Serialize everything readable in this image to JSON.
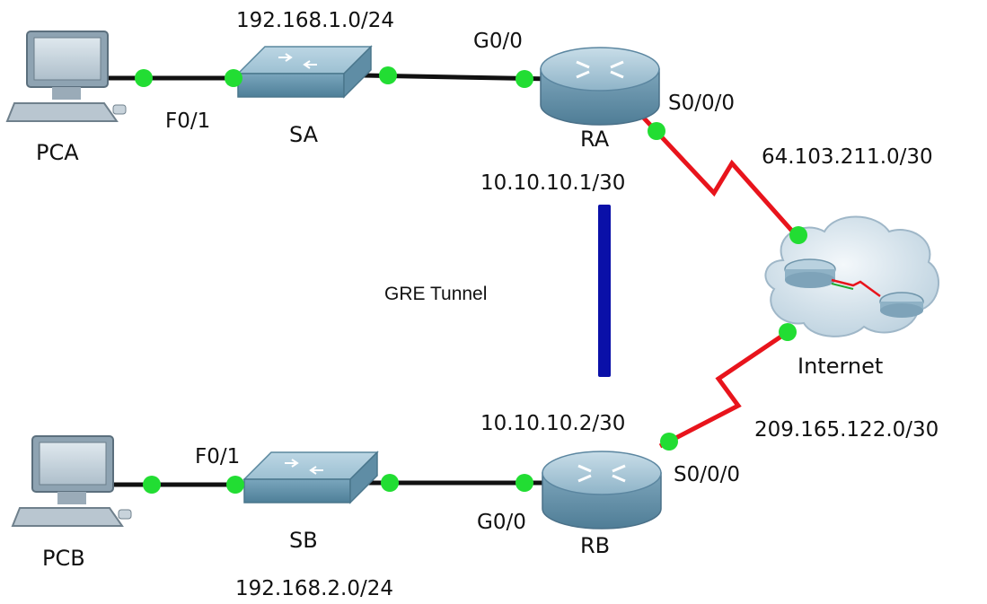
{
  "devices": {
    "pca": "PCA",
    "pcb": "PCB",
    "sa": "SA",
    "sb": "SB",
    "ra": "RA",
    "rb": "RB",
    "internet": "Internet"
  },
  "interfaces": {
    "pca_sa_port": "F0/1",
    "pcb_sb_port": "F0/1",
    "ra_lan_port": "G0/0",
    "rb_lan_port": "G0/0",
    "ra_wan_port": "S0/0/0",
    "rb_wan_port": "S0/0/0"
  },
  "networks": {
    "lan_a": "192.168.1.0/24",
    "lan_b": "192.168.2.0/24",
    "wan_a": "64.103.211.0/30",
    "wan_b": "209.165.122.0/30",
    "tunnel_ra": "10.10.10.1/30",
    "tunnel_rb": "10.10.10.2/30"
  },
  "tunnel": {
    "label": "GRE Tunnel"
  },
  "colors": {
    "ethernet_link": "#111111",
    "serial_link": "#e8141c",
    "link_up_dot": "#22dd33",
    "tunnel_bar": "#0a10a8",
    "router_body": "#7fb0c8",
    "switch_body": "#8fb8cc",
    "cloud": "#d8e4ee"
  }
}
